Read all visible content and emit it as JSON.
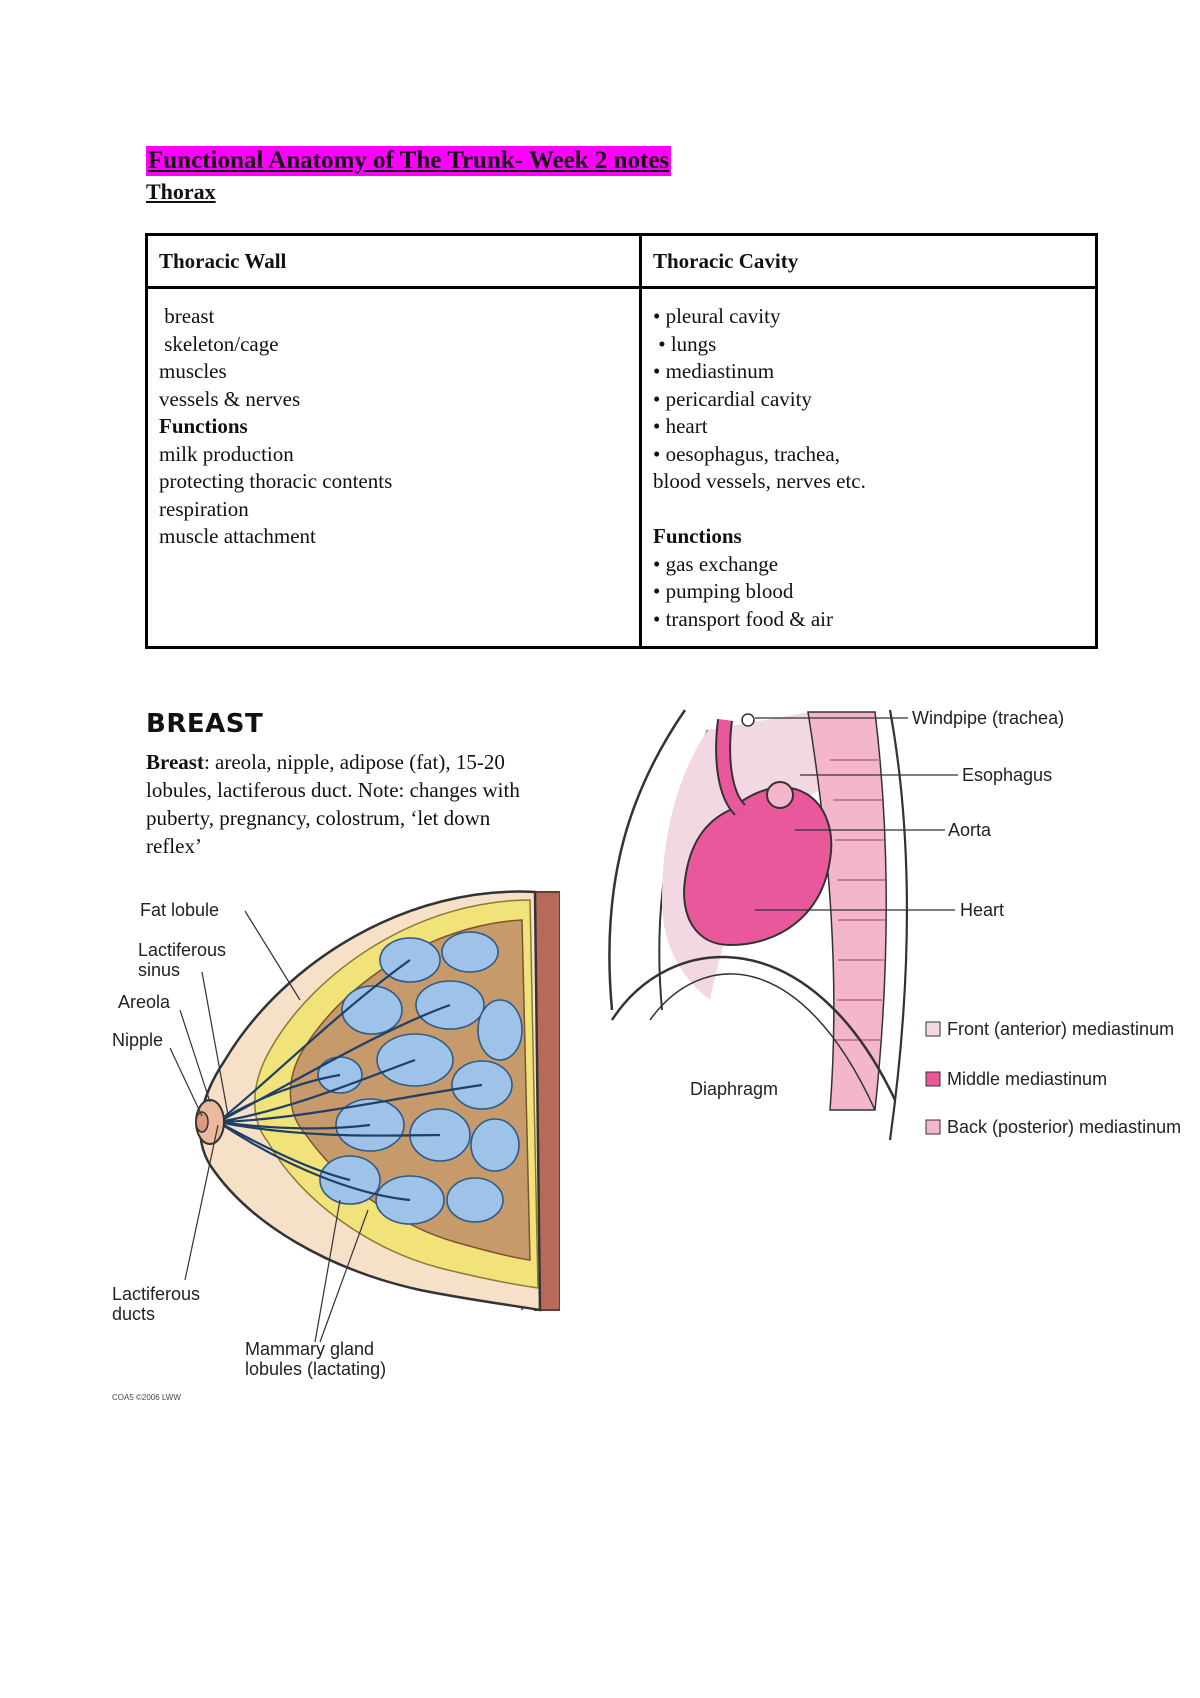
{
  "header": {
    "title": "Functional Anatomy of The Trunk- Week 2 notes",
    "section": "Thorax"
  },
  "table": {
    "headers": [
      "Thoracic Wall",
      "Thoracic Cavity"
    ],
    "wall": {
      "items": [
        " breast",
        " skeleton/cage",
        "muscles",
        "vessels & nerves"
      ],
      "functions_label": "Functions",
      "functions": [
        "milk production",
        "protecting thoracic contents",
        "respiration",
        "muscle attachment"
      ]
    },
    "cavity": {
      "items": [
        "• pleural cavity",
        " • lungs",
        "• mediastinum",
        "• pericardial cavity",
        "• heart",
        "• oesophagus, trachea,",
        "blood vessels, nerves etc."
      ],
      "functions_label": "Functions",
      "functions": [
        "• gas exchange",
        "• pumping blood",
        "• transport food & air"
      ]
    }
  },
  "breast": {
    "heading": "BREAST",
    "label": "Breast",
    "text": ": areola, nipple, adipose (fat), 15-20 lobules, lactiferous duct. Note: changes with puberty, pregnancy, colostrum, ‘let down reflex’"
  },
  "breast_figure": {
    "labels": {
      "fat_lobule": "Fat lobule",
      "lactiferous_sinus_1": "Lactiferous",
      "lactiferous_sinus_2": "sinus",
      "areola": "Areola",
      "nipple": "Nipple",
      "lactiferous_ducts_1": "Lactiferous",
      "lactiferous_ducts_2": "ducts",
      "mammary_1": "Mammary gland",
      "mammary_2": "lobules (lactating)",
      "credit": "COA5 ©2006 LWW"
    },
    "colors": {
      "lobule": "#9fc3e8",
      "fat": "#f2e27a",
      "skin": "#f6e1c8",
      "tissue": "#c79a6b"
    }
  },
  "mediastinum_figure": {
    "labels": {
      "windpipe": "Windpipe (trachea)",
      "esophagus": "Esophagus",
      "aorta": "Aorta",
      "heart": "Heart",
      "diaphragm": "Diaphragm"
    },
    "legend": [
      {
        "label": "Front (anterior) mediastinum",
        "color": "#f2d8e2"
      },
      {
        "label": "Middle mediastinum",
        "color": "#e8589a"
      },
      {
        "label": "Back (posterior) mediastinum",
        "color": "#f4b6cc"
      }
    ]
  }
}
